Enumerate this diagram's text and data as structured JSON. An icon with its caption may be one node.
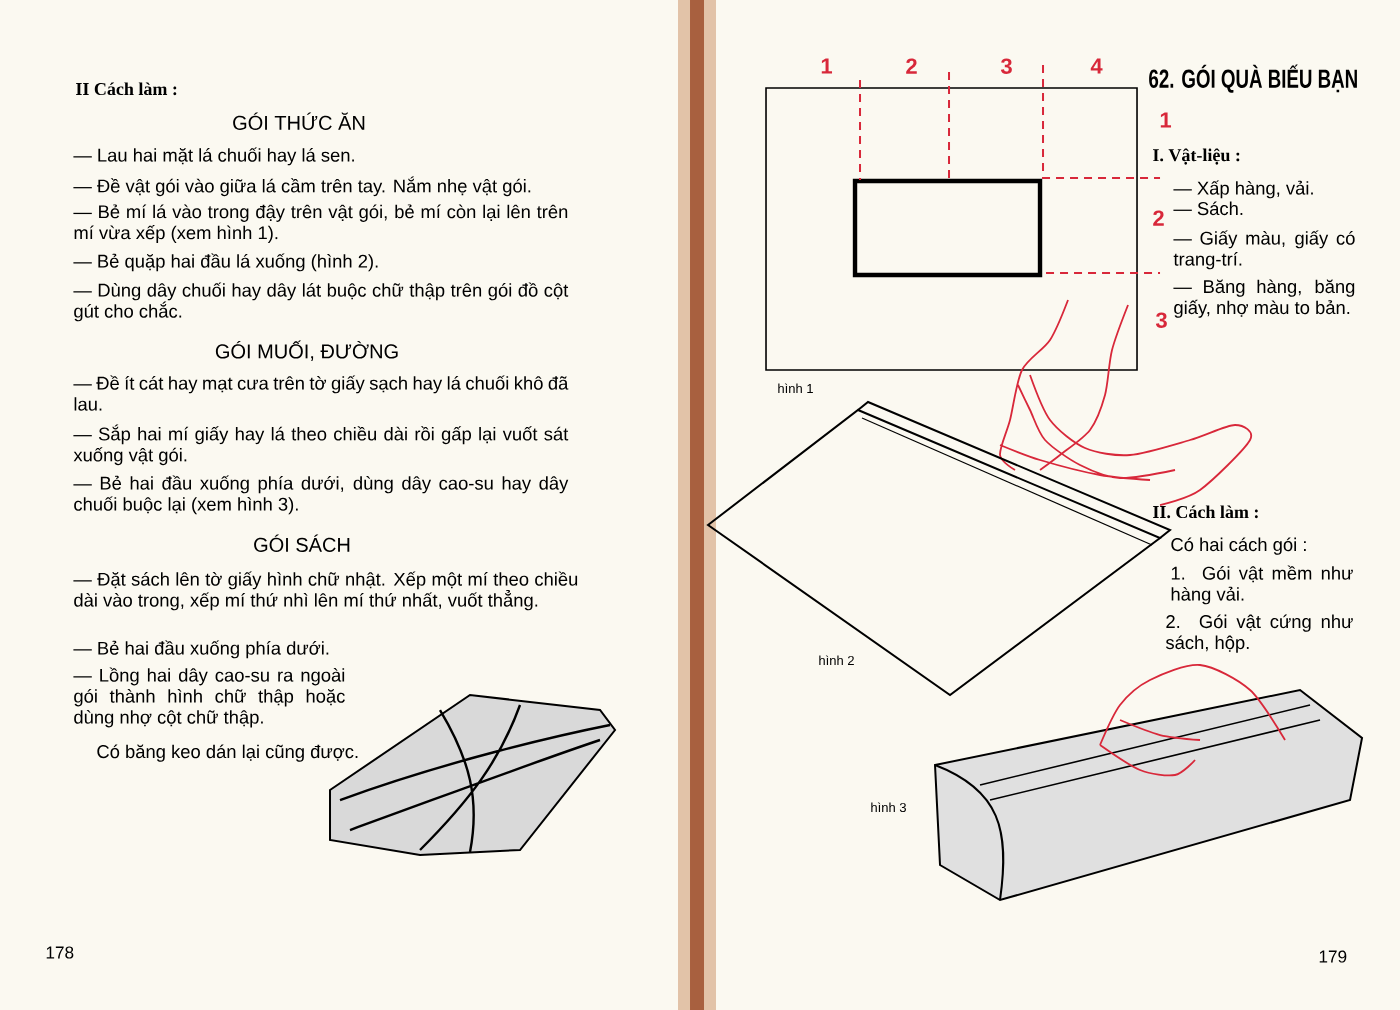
{
  "diagram": {
    "title": "62. GÓI QUÀ BIẾU BẠN",
    "labels": [
      "II Cách làm :",
      "GÓI THỨC ĂN",
      "— Lau hai mặt lá chuối hay lá sen.",
      "— Đề vật gói vào giữa lá cầm trên tay. Nắm nhẹ vật gói.",
      "— Bẻ mí lá vào trong đậy trên vật gói, bẻ mí còn lại lên trên mí vừa xếp (xem hình 1).",
      "— Bẻ quặp hai đầu lá xuống (hình 2).",
      "— Dùng dây chuối hay dây lát buộc chữ thập trên gói đồ cột gút cho chắc.",
      "GÓI MUỐI, ĐƯỜNG",
      "— Đề ít cát hay mạt cưa trên tờ giấy sạch hay lá chuối khô đã lau.",
      "— Sắp hai mí giấy hay lá theo chiều dài rồi gấp lại vuốt sát xuống vật gói.",
      "— Bẻ hai đầu xuống phía dưới, dùng dây cao-su hay dây chuối buộc lại (xem hình 3).",
      "GÓI SÁCH",
      "— Đặt sách lên tờ giấy hình chữ nhật. Xếp một mí theo chiều dài vào trong, xếp mí thứ nhì lên mí thứ nhất, vuốt thẳng.",
      "— Bẻ hai đầu xuống phía dưới.",
      "— Lồng hai dây cao-su ra ngoài gói thành hình chữ thập hoặc dùng nhợ cột chữ thập.",
      "Có băng keo dán lại cũng được.",
      "178",
      "1",
      "2",
      "3",
      "4",
      "hình 1",
      "1",
      "I. Vật-liệu :",
      "— Xấp hàng, vải.",
      "— Sách.",
      "2",
      "— Giấy màu, giấy có trang-trí.",
      "— Băng hàng, băng giấy, nhợ màu to bản.",
      "3",
      "II. Cách làm :",
      "Có hai cách gói :",
      "1. Gói vật mềm như hàng vải.",
      "2. Gói vật cứng như sách, hộp.",
      "hình 2",
      "hình 3",
      "179"
    ]
  }
}
